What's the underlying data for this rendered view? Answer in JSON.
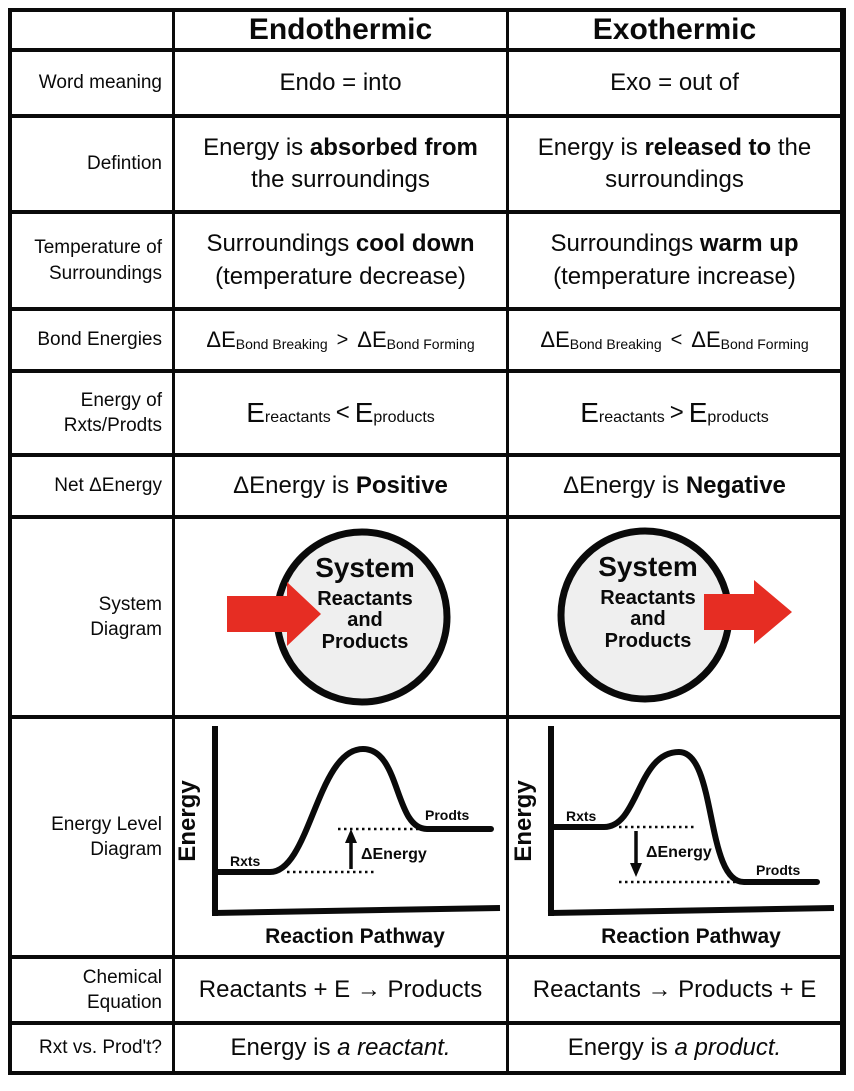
{
  "header": {
    "endothermic": "Endothermic",
    "exothermic": "Exothermic"
  },
  "word_meaning": {
    "label": "Word meaning",
    "endo": "Endo = into",
    "exo": "Exo = out of"
  },
  "definition": {
    "label": "Defintion",
    "endo_pre": "Energy is ",
    "endo_bold": "absorbed from",
    "endo_post": "\nthe surroundings",
    "exo_pre": "Energy is ",
    "exo_bold": "released to",
    "exo_post": " the\nsurroundings"
  },
  "temperature": {
    "label": "Temperature of\nSurroundings",
    "endo_pre": "Surroundings ",
    "endo_bold": "cool down",
    "endo_post": "\n(temperature decrease)",
    "exo_pre": "Surroundings ",
    "exo_bold": "warm up",
    "exo_post": "\n(temperature increase)"
  },
  "bond_energies": {
    "label": "Bond Energies",
    "delta_e": "ΔE",
    "breaking": "Bond Breaking",
    "forming": "Bond Forming",
    "endo_cmp": ">",
    "exo_cmp": "<"
  },
  "energy_levels": {
    "label": "Energy of\nRxts/Prodts",
    "e": "E",
    "reactants": "reactants",
    "products": "products",
    "endo_cmp": "<",
    "exo_cmp": ">"
  },
  "net_energy": {
    "label": "Net ΔEnergy",
    "pre": "ΔEnergy is ",
    "endo_bold": "Positive",
    "exo_bold": "Negative"
  },
  "system_diagram": {
    "label": "System\nDiagram",
    "circle_title": "System",
    "line1": "Reactants",
    "line2": "and",
    "line3": "Products",
    "arrow_color": "#e62d23",
    "circle_fill": "#efefef"
  },
  "energy_diagram": {
    "label": "Energy Level\nDiagram",
    "y_axis": "Energy",
    "x_axis": "Reaction Pathway",
    "rxts": "Rxts",
    "prodts": "Prodts",
    "delta": "ΔEnergy"
  },
  "chemical_equation": {
    "label": "Chemical\nEquation",
    "endo": "Reactants + E → Products",
    "exo": "Reactants → Products + E"
  },
  "rxt_vs_prodt": {
    "label": "Rxt vs. Prod't?",
    "pre": "Energy is ",
    "endo_italic": "a reactant.",
    "exo_italic": "a product."
  }
}
